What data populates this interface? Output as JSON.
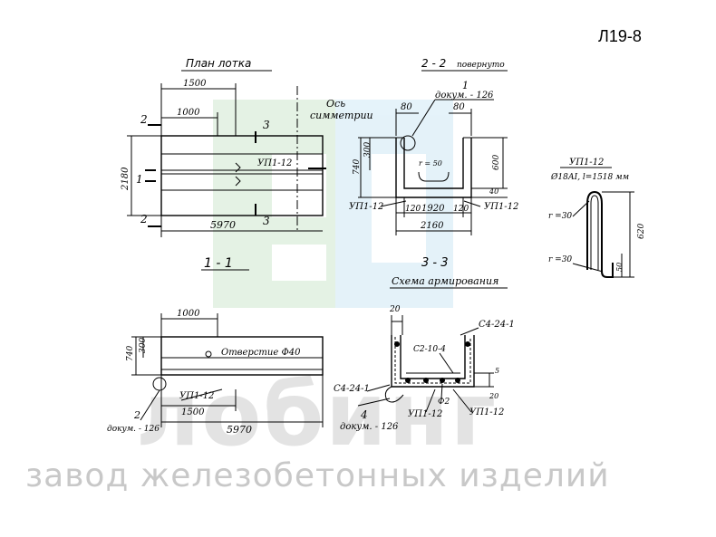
{
  "sheet": {
    "code": "Л19-8"
  },
  "watermark": {
    "brand": "лобинг",
    "caption": "завод железобетонных изделий"
  },
  "plan": {
    "title": "План лотка",
    "axis_label_1": "Ось",
    "axis_label_2": "симметрии",
    "dim_1500": "1500",
    "dim_1000": "1000",
    "dim_2180": "2180",
    "dim_5970": "5970",
    "section_2": "2",
    "section_3": "3",
    "section_1": "1",
    "callout_up": "УП1-12"
  },
  "section_22": {
    "title": "2 - 2",
    "subtitle": "повернуто",
    "ref_num": "1",
    "ref_doc": "докум. - 126",
    "dim_80a": "80",
    "dim_80b": "80",
    "dim_300": "300",
    "dim_740": "740",
    "dim_600": "600",
    "dim_r": "r = 50",
    "dim_40": "40",
    "dim_120a": "120",
    "dim_1920": "1920",
    "dim_120b": "120",
    "dim_2160": "2160",
    "callout_left": "УП1-12",
    "callout_right": "УП1-12"
  },
  "detail_up": {
    "title": "УП1-12",
    "spec": "Ø18АI, l=1518 мм",
    "r_top": "r =30",
    "r_bottom": "r =30",
    "dim_620": "620",
    "dim_50": "50"
  },
  "section_11": {
    "title": "1 - 1",
    "dim_1000": "1000",
    "dim_300": "300",
    "dim_740": "740",
    "hole": "Отверстие Ф40",
    "callout_up": "УП1-12",
    "dim_1500": "1500",
    "dim_5970": "5970",
    "ref_num": "2",
    "ref_doc": "докум. - 126"
  },
  "section_33": {
    "title": "3 - 3",
    "subtitle": "Схема армирования",
    "dim_20": "20",
    "c4_right": "С4-24-1",
    "c2": "С2-10-4",
    "c4_left": "С4-24-1",
    "phi2": "Ф2",
    "up_left": "УП1-12",
    "up_right": "УП1-12",
    "ref_num": "4",
    "ref_doc": "докум. - 126",
    "dim_5": "5",
    "dim_20b": "20"
  }
}
